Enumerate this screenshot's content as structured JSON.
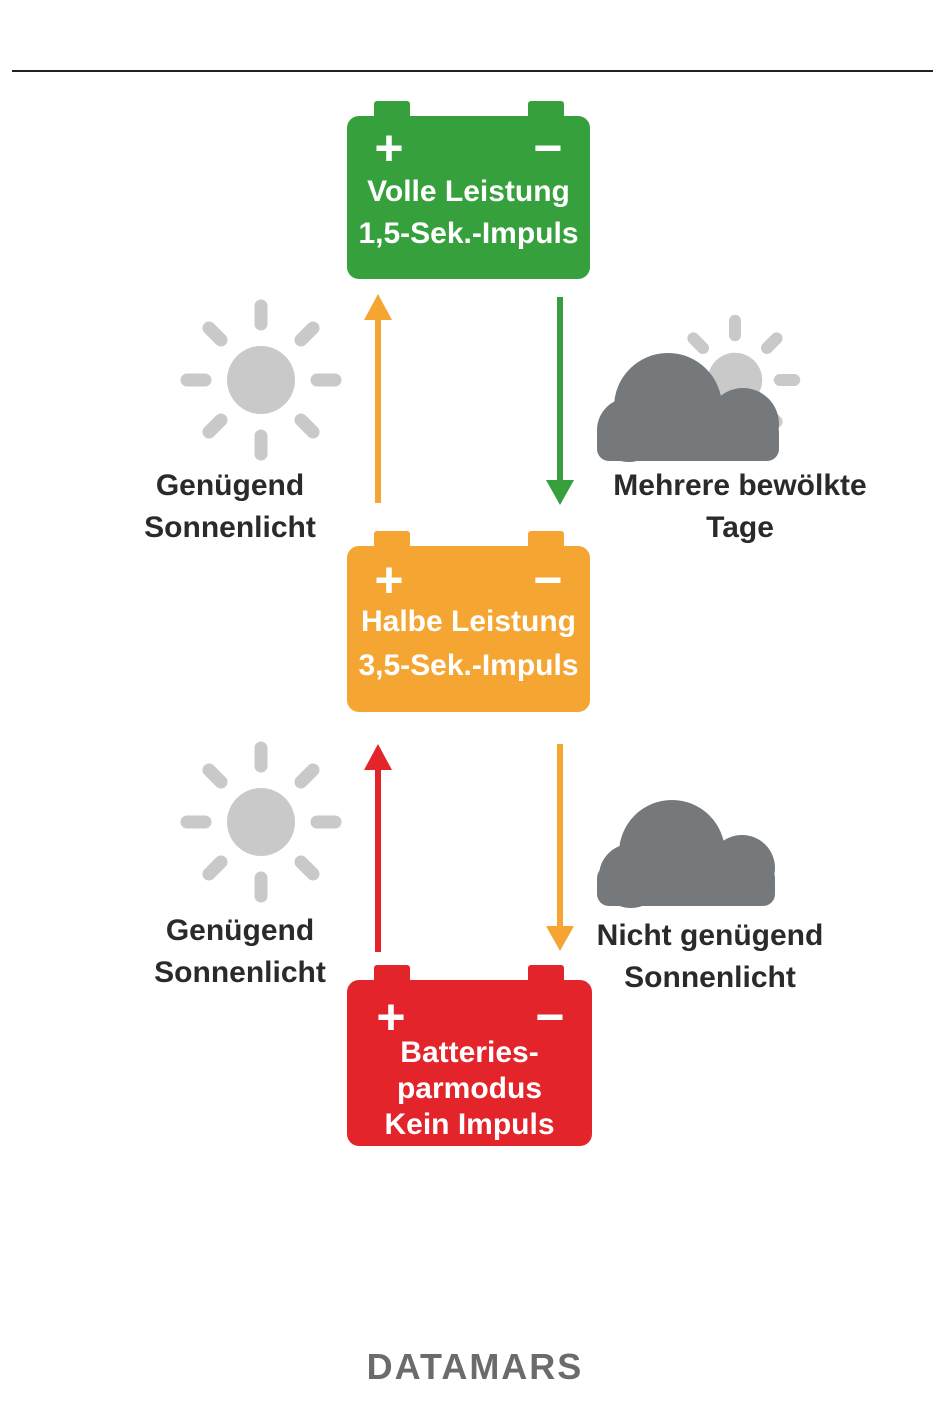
{
  "colors": {
    "green": "#36a03c",
    "orange": "#f4a532",
    "red": "#e3242b",
    "sun": "#c9c9c9",
    "cloud": "#75797c",
    "text": "#2a2a2a"
  },
  "batteries": {
    "full": {
      "plus": "+",
      "minus": "−",
      "line1": "Volle Leistung",
      "line2": "1,5-Sek.-Impuls"
    },
    "half": {
      "plus": "+",
      "minus": "−",
      "line1": "Halbe Leistung",
      "line2": "3,5-Sek.-Impuls"
    },
    "saving": {
      "plus": "+",
      "minus": "−",
      "line1": "Batteries-",
      "line2": "parmodus",
      "line3": "Kein Impuls"
    }
  },
  "conditions": {
    "upper_left": {
      "line1": "Genügend",
      "line2": "Sonnenlicht",
      "icon": "sun-icon"
    },
    "upper_right": {
      "line1": "Mehrere bewölkte",
      "line2": "Tage",
      "icon": "cloud-sun-icon"
    },
    "lower_left": {
      "line1": "Genügend",
      "line2": "Sonnenlicht",
      "icon": "sun-icon"
    },
    "lower_right": {
      "line1": "Nicht genügend",
      "line2": "Sonnenlicht",
      "icon": "cloud-icon"
    }
  },
  "logo": "DATAMARS"
}
